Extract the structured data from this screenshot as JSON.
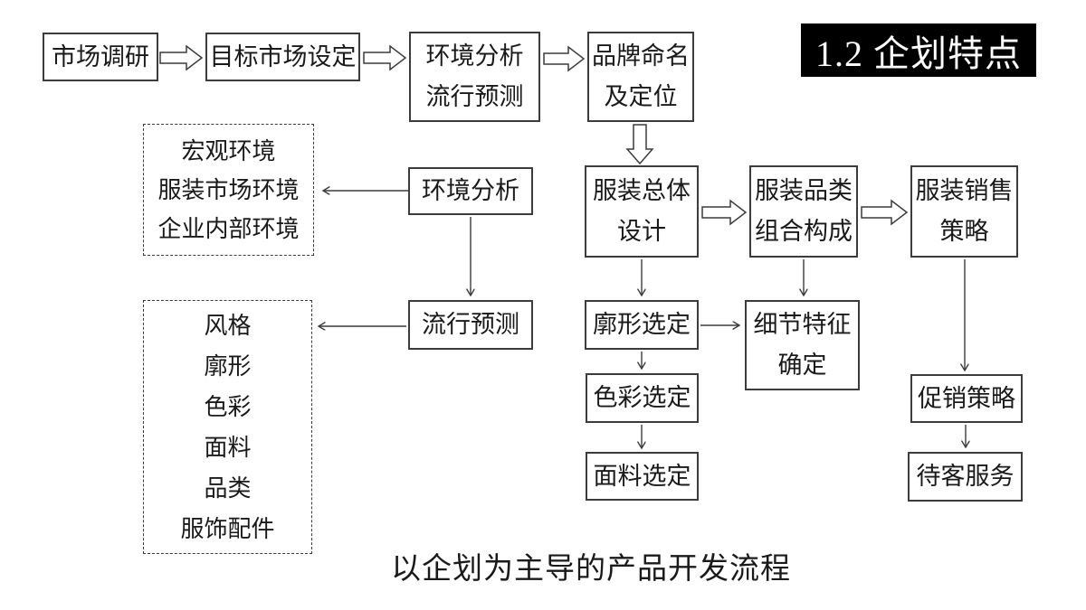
{
  "slide": {
    "background": "#ffffff",
    "title_badge": {
      "label": "1.2 企划特点",
      "bg": "#000000",
      "fg": "#ffffff"
    },
    "caption": "以企划为主导的产品开发流程"
  },
  "flow": {
    "top_row": {
      "market_research": "市场调研",
      "target_market": "目标市场设定",
      "env_trend": "环境分析\n流行预测",
      "brand_position": "品牌命名\n及定位"
    },
    "design_row": {
      "overall_design": "服装总体\n设计",
      "category_mix": "服装品类\n组合构成",
      "sales_strategy": "服装销售\n策略"
    },
    "analysis": {
      "env_analysis": "环境分析",
      "trend_forecast": "流行预测",
      "env_factors": [
        "宏观环境",
        "服装市场环境",
        "企业内部环境"
      ],
      "trend_factors": [
        "风格",
        "廓形",
        "色彩",
        "面料",
        "品类",
        "服饰配件"
      ]
    },
    "detail_chain": {
      "silhouette": "廓形选定",
      "detail_features": "细节特征\n确定",
      "color": "色彩选定",
      "fabric": "面料选定"
    },
    "sales_chain": {
      "promotion": "促销策略",
      "customer_service": "待客服务"
    }
  },
  "colors": {
    "line": "#3c3c3c",
    "text": "#1a1a1a",
    "badge_bg": "#000000",
    "badge_fg": "#ffffff"
  }
}
